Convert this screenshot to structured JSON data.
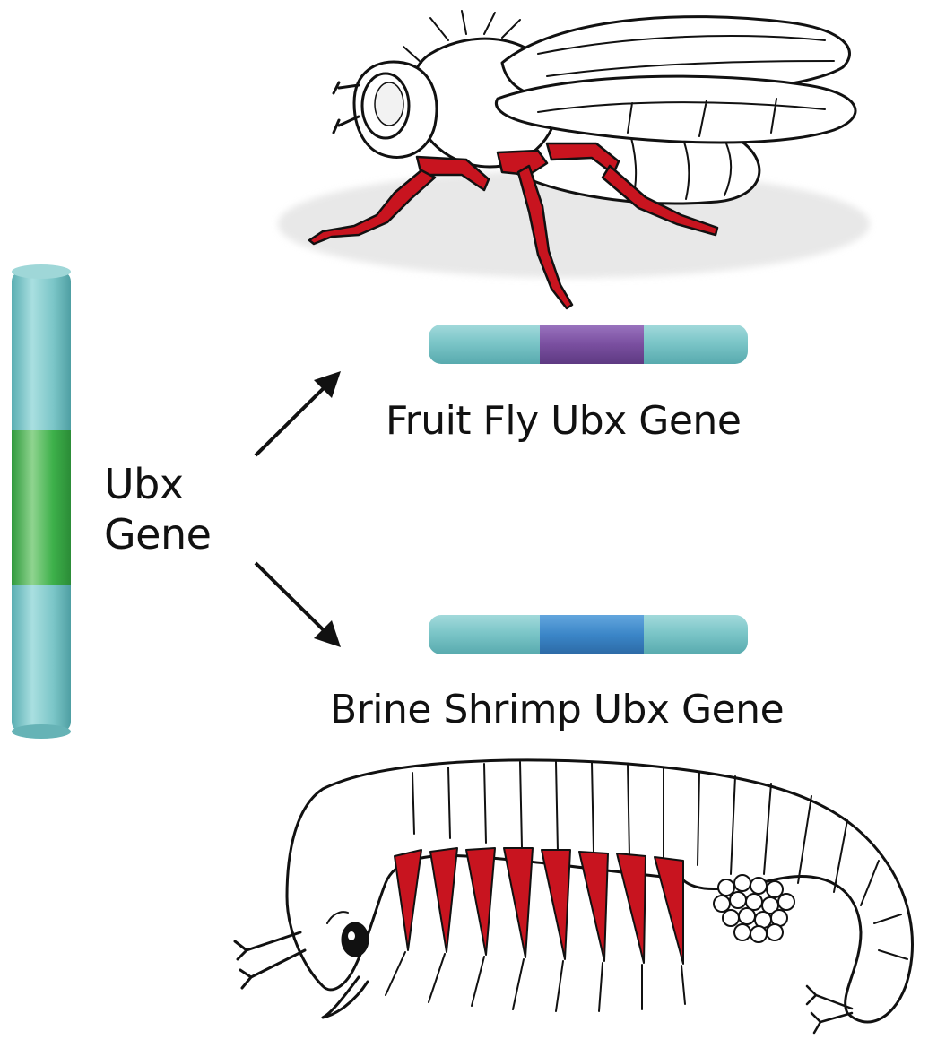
{
  "labels": {
    "ubx_line1": "Ubx",
    "ubx_line2": "Gene",
    "fruit_fly_gene": "Fruit Fly Ubx Gene",
    "brine_shrimp_gene": "Brine Shrimp Ubx Gene"
  },
  "colors": {
    "gene_body": "#76c3c5",
    "ancestral_segment": "#3db04a",
    "fruit_fly_segment": "#7a4fa0",
    "brine_shrimp_segment": "#3b86c8",
    "limbs": "#c8141f",
    "outline": "#111111"
  },
  "icons": [
    "fruit-fly-illustration",
    "brine-shrimp-illustration",
    "arrow-up-right-icon",
    "arrow-down-right-icon"
  ]
}
